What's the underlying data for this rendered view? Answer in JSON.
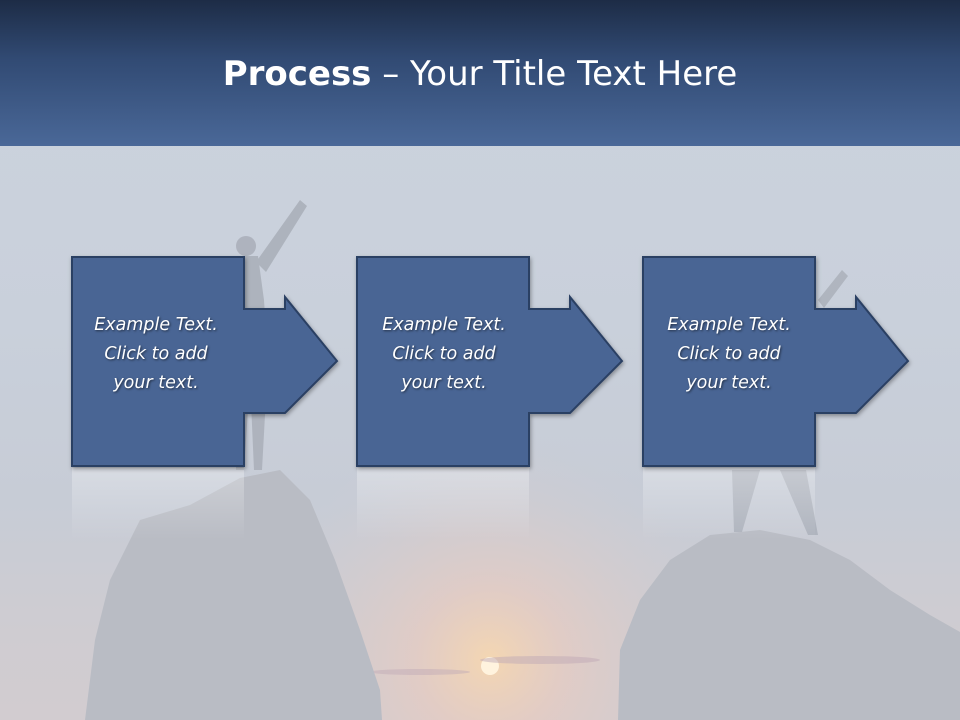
{
  "slide": {
    "title_bold": "Process",
    "title_rest": " – Your Title Text Here",
    "colors": {
      "header": "#2f4a74",
      "box_fill": "#4a6594",
      "box_border": "#2b3f63",
      "text": "#ffffff"
    },
    "steps": [
      {
        "line1": "Example Text.",
        "line2": "Click  to add",
        "line3": "your text."
      },
      {
        "line1": "Example Text.",
        "line2": "Click  to add",
        "line3": "your text."
      },
      {
        "line1": "Example Text.",
        "line2": "Click  to add",
        "line3": "your text."
      }
    ]
  }
}
